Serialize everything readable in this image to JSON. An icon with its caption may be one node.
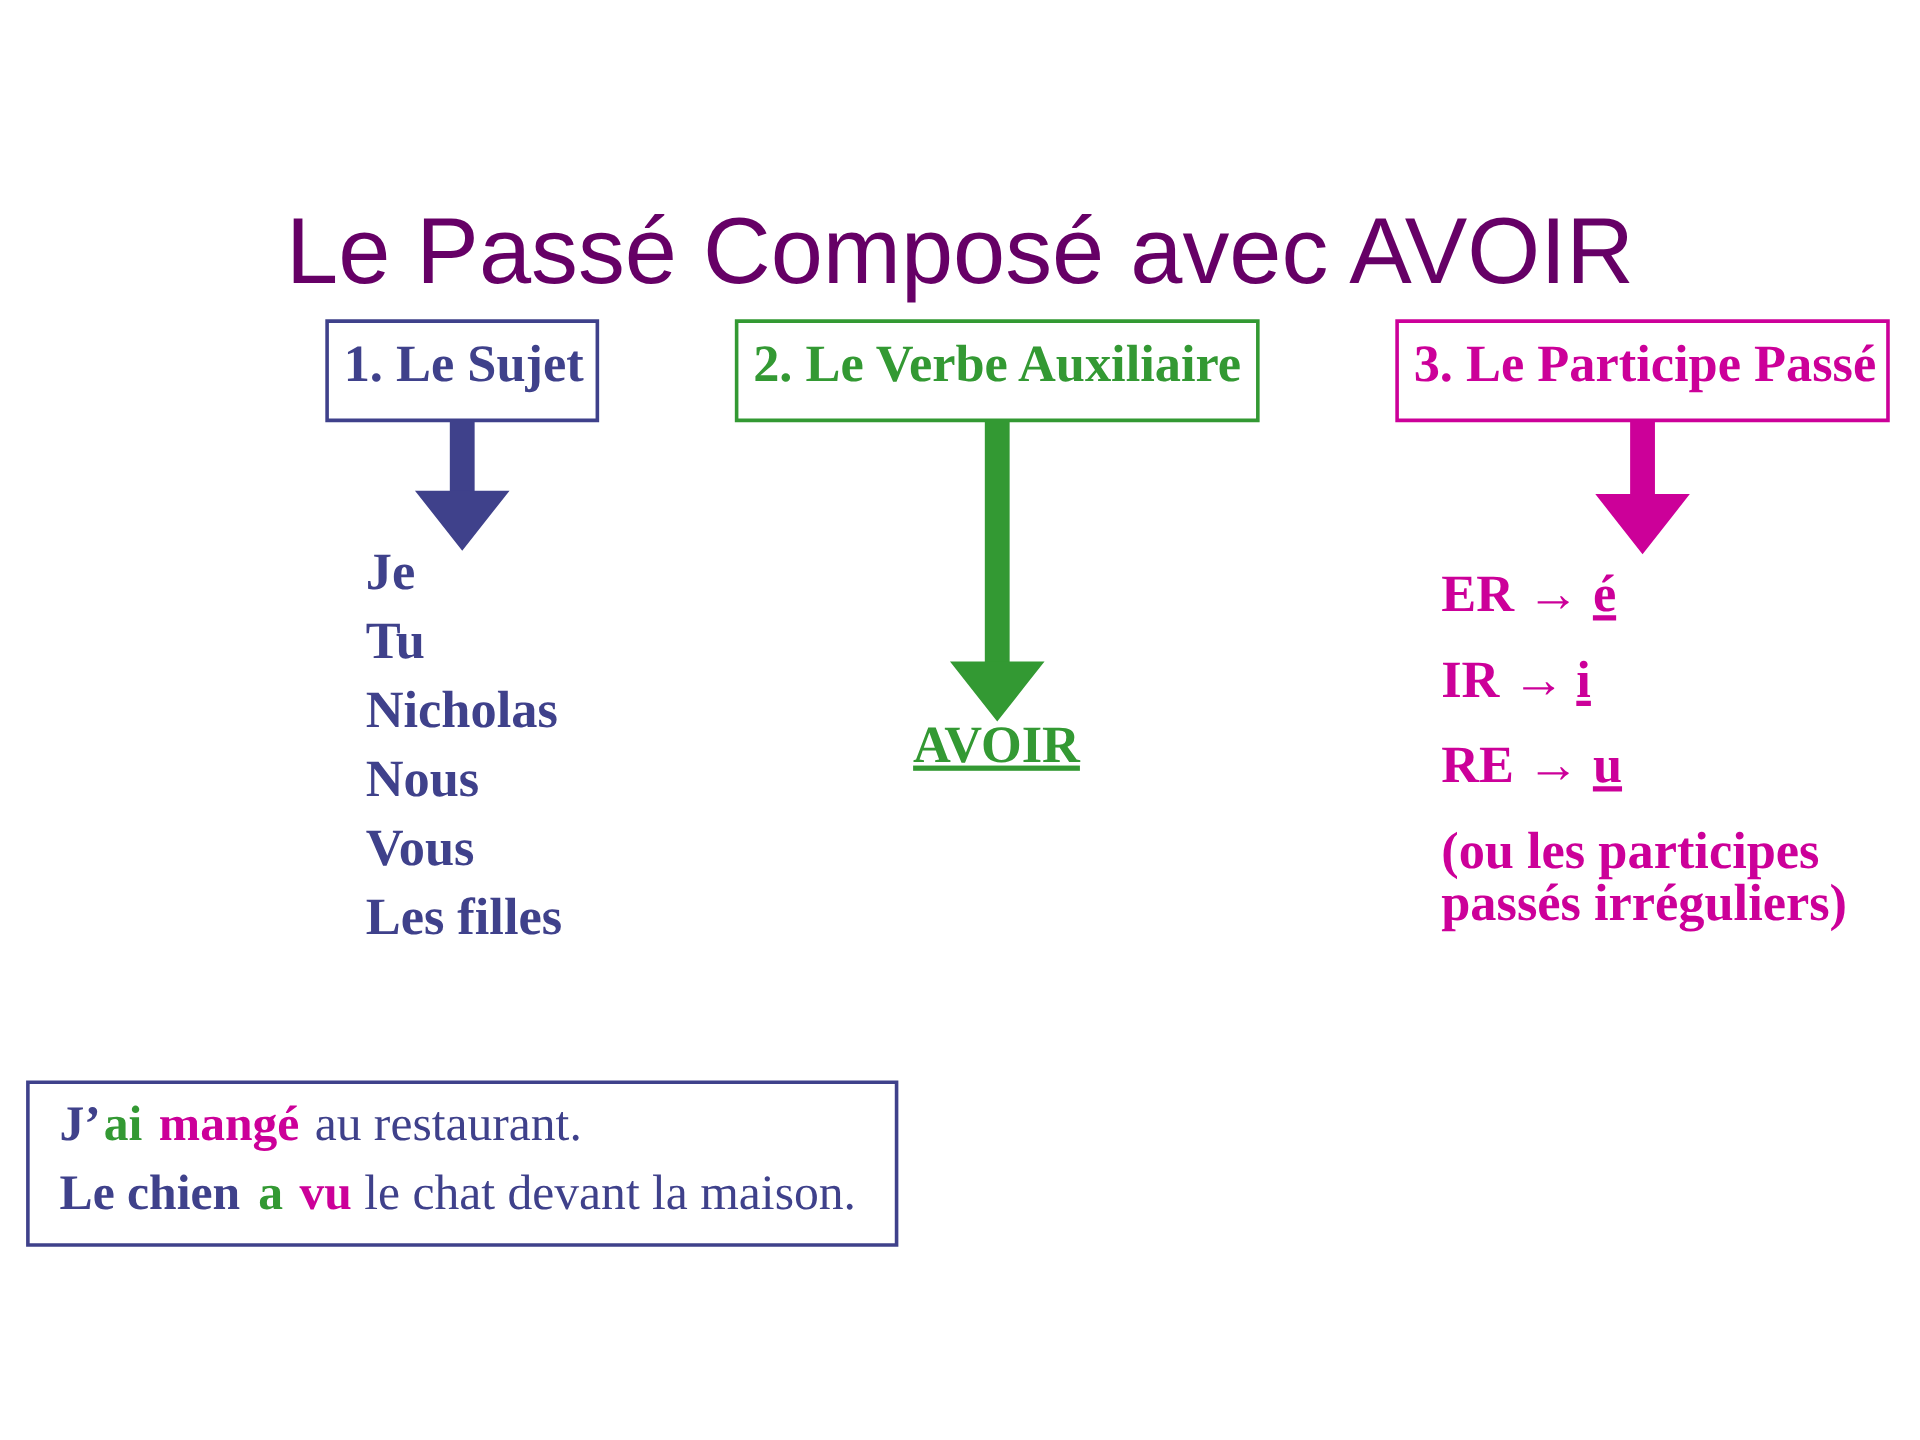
{
  "diagram": {
    "title": "Le Passé Composé avec AVOIR",
    "nodes": [
      {
        "text": [
          "1. Le Sujet"
        ]
      },
      {
        "text": [
          "2. Le Verbe Auxiliaire"
        ]
      },
      {
        "text": [
          "3. Le Participe Passé"
        ]
      },
      {
        "text": [
          "Je",
          "Tu",
          "Nicholas",
          "Nous",
          "Vous",
          "Les filles"
        ]
      },
      {
        "text": [
          "AVOIR"
        ]
      },
      {
        "text": [
          "ER → é",
          "IR → i",
          "RE → u",
          "(ou les participes passés irréguliers)"
        ]
      },
      {
        "text": [
          "**J’****ai** **mangé** au restaurant.",
          "**Le chien** **a** **vu** le chat devant la maison."
        ]
      }
    ],
    "edges": [
      {
        "from": 0,
        "to": 3,
        "arrow": "to",
        "color": "#3f418b"
      },
      {
        "from": 1,
        "to": 4,
        "arrow": "to",
        "color": "#339933"
      },
      {
        "from": 2,
        "to": 5,
        "arrow": "to",
        "color": "#cc0099"
      }
    ]
  }
}
